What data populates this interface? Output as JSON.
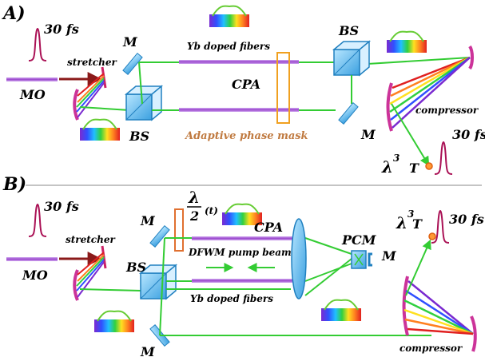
{
  "panel_a": {
    "title": "A)",
    "pulse_in_label": "30 fs",
    "stretcher_label": "stretcher",
    "mo_label": "MO",
    "mirror_top_label": "M",
    "fiber_label": "Yb doped fibers",
    "cpa_label": "CPA",
    "bs_top_label": "BS",
    "bs_bottom_label": "BS",
    "mask_label": "Adaptive phase mask",
    "mirror_bottom_label": "M",
    "compressor_label": "compressor",
    "pulse_out_label": "30 fs",
    "lambda_label": "λ",
    "lambda_exp": "3",
    "lambda_t": "T"
  },
  "panel_b": {
    "title": "B)",
    "pulse_in_label": "30 fs",
    "stretcher_label": "stretcher",
    "mo_label": "MO",
    "mirror_top_label": "M",
    "bs_label": "BS",
    "mirror_bottom_label": "M",
    "halfwave_num": "λ",
    "halfwave_den": "2",
    "halfwave_t": "(t)",
    "cpa_label": "CPA",
    "dfwm_label": "DFWM pump beam",
    "fiber_label": "Yb doped fibers",
    "pcm_label": "PCM",
    "pcm_mirror_label": "M",
    "compressor_label": "compressor",
    "pulse_out_label": "30 fs",
    "lambda_label": "λ",
    "lambda_exp": "3",
    "lambda_t": "T"
  },
  "colors": {
    "beam": "#33cc33",
    "pulse": "#aa1155",
    "fiber": "#9944cc",
    "stretcher_arrow": "#8b1a1a",
    "mask": "#f0a020",
    "halfwave": "#e07030",
    "optic": "#40a0e0",
    "divider": "#888888"
  },
  "icons": [
    "spectrum-icon",
    "pulse-icon",
    "beam-splitter-cube-icon",
    "mirror-icon",
    "grating-icon",
    "lens-icon",
    "star-icon"
  ]
}
